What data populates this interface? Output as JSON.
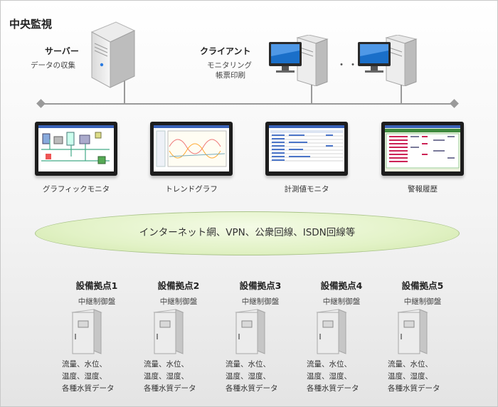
{
  "title": "中央監視",
  "server": {
    "name": "サーバー",
    "desc": "データの収集"
  },
  "client": {
    "name": "クライアント",
    "desc1": "モニタリング",
    "desc2": "帳票印刷"
  },
  "ellipsis": "・・・",
  "monitors": [
    {
      "label": "グラフィックモニタ"
    },
    {
      "label": "トレンドグラフ"
    },
    {
      "label": "計測値モニタ"
    },
    {
      "label": "警報履歴"
    }
  ],
  "network": "インターネット網、VPN、公衆回線、ISDN回線等",
  "sites": [
    {
      "name": "設備拠点1",
      "panel": "中継制御盤",
      "d1": "流量、水位、",
      "d2": "温度、湿度、",
      "d3": "各種水質データ"
    },
    {
      "name": "設備拠点2",
      "panel": "中継制御盤",
      "d1": "流量、水位、",
      "d2": "温度、湿度、",
      "d3": "各種水質データ"
    },
    {
      "name": "設備拠点3",
      "panel": "中継制御盤",
      "d1": "流量、水位、",
      "d2": "温度、湿度、",
      "d3": "各種水質データ"
    },
    {
      "name": "設備拠点4",
      "panel": "中継制御盤",
      "d1": "流量、水位、",
      "d2": "温度、湿度、",
      "d3": "各種水質データ"
    },
    {
      "name": "設備拠点5",
      "panel": "中継制御盤",
      "d1": "流量、水位、",
      "d2": "温度、湿度、",
      "d3": "各種水質データ"
    }
  ]
}
